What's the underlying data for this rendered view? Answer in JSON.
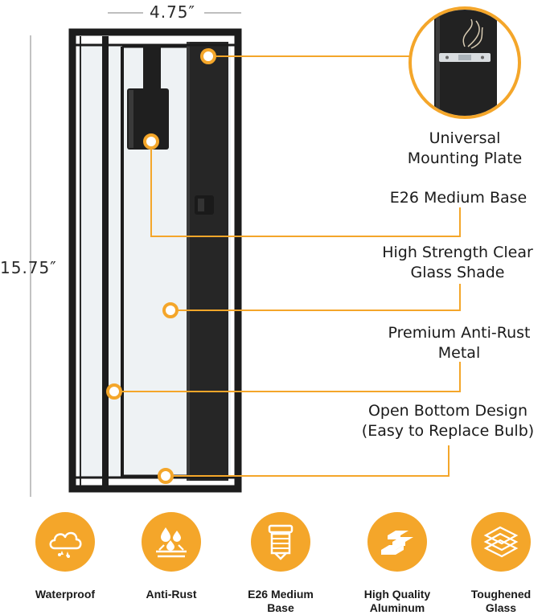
{
  "dimensions": {
    "width": "4.75″",
    "height": "15.75″"
  },
  "callouts": [
    {
      "id": "mounting",
      "lines": [
        "Universal",
        "Mounting Plate"
      ]
    },
    {
      "id": "base",
      "lines": [
        "E26 Medium Base"
      ]
    },
    {
      "id": "glass",
      "lines": [
        "High Strength Clear",
        "Glass Shade"
      ]
    },
    {
      "id": "metal",
      "lines": [
        "Premium Anti-Rust",
        "Metal"
      ]
    },
    {
      "id": "bottom",
      "lines": [
        "Open Bottom Design",
        "(Easy to Replace Bulb)"
      ]
    }
  ],
  "features": [
    {
      "icon": "cloud-waterproof-icon",
      "lines": [
        "Waterproof"
      ]
    },
    {
      "icon": "anti-rust-drops-icon",
      "lines": [
        "Anti-Rust"
      ]
    },
    {
      "icon": "bulb-base-icon",
      "lines": [
        "E26 Medium",
        "Base"
      ]
    },
    {
      "icon": "aluminum-bars-icon",
      "lines": [
        "High Quality",
        "Aluminum"
      ]
    },
    {
      "icon": "glass-panes-icon",
      "lines": [
        "Toughened",
        "Glass"
      ]
    }
  ],
  "colors": {
    "accent": "#f4a62a",
    "frame": "#1c1c1c",
    "line": "#999999"
  }
}
